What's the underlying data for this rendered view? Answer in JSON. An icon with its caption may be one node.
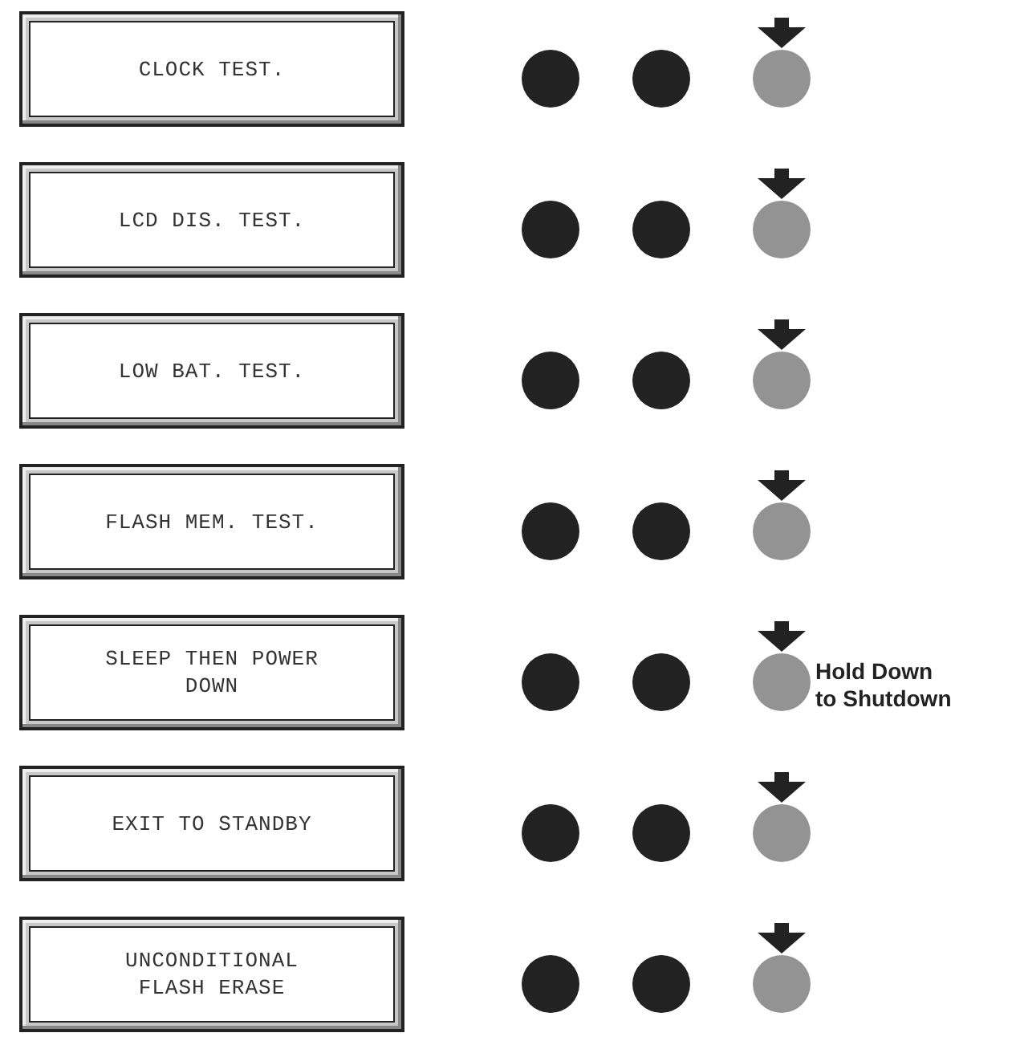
{
  "diagram": {
    "nodes": [
      {
        "text": [
          "CLOCK TEST."
        ]
      },
      {
        "text": [],
        "shape": "circle"
      },
      {
        "text": [],
        "shape": "circle"
      },
      {
        "text": [],
        "shape": "circle"
      },
      {
        "text": [
          "LCD DIS. TEST."
        ]
      },
      {
        "text": [],
        "shape": "circle"
      },
      {
        "text": [],
        "shape": "circle"
      },
      {
        "text": [],
        "shape": "circle"
      },
      {
        "text": [
          "LOW BAT. TEST."
        ]
      },
      {
        "text": [],
        "shape": "circle"
      },
      {
        "text": [],
        "shape": "circle"
      },
      {
        "text": [],
        "shape": "circle"
      },
      {
        "text": [
          "FLASH MEM. TEST."
        ]
      },
      {
        "text": [],
        "shape": "circle"
      },
      {
        "text": [],
        "shape": "circle"
      },
      {
        "text": [],
        "shape": "circle"
      },
      {
        "text": [
          "SLEEP THEN POWER DOWN"
        ]
      },
      {
        "text": [],
        "shape": "circle"
      },
      {
        "text": [],
        "shape": "circle"
      },
      {
        "text": [],
        "shape": "circle",
        "beside": [
          "Hold Down to Shutdown"
        ]
      },
      {
        "text": [
          "EXIT TO STANDBY"
        ]
      },
      {
        "text": [],
        "shape": "circle"
      },
      {
        "text": [],
        "shape": "circle"
      },
      {
        "text": [],
        "shape": "circle"
      },
      {
        "text": [
          "UNCONDITIONAL FLASH ERASE"
        ]
      },
      {
        "text": [],
        "shape": "circle"
      },
      {
        "text": [],
        "shape": "circle"
      },
      {
        "text": [],
        "shape": "circle"
      }
    ],
    "edges": [
      {
        "from": null,
        "to": 3,
        "arrow": "to"
      },
      {
        "from": null,
        "to": 7,
        "arrow": "to"
      },
      {
        "from": null,
        "to": 11,
        "arrow": "to"
      },
      {
        "from": null,
        "to": 15,
        "arrow": "to"
      },
      {
        "from": null,
        "to": 19,
        "arrow": "to"
      },
      {
        "from": null,
        "to": 23,
        "arrow": "to"
      },
      {
        "from": null,
        "to": 27,
        "arrow": "to"
      }
    ]
  }
}
